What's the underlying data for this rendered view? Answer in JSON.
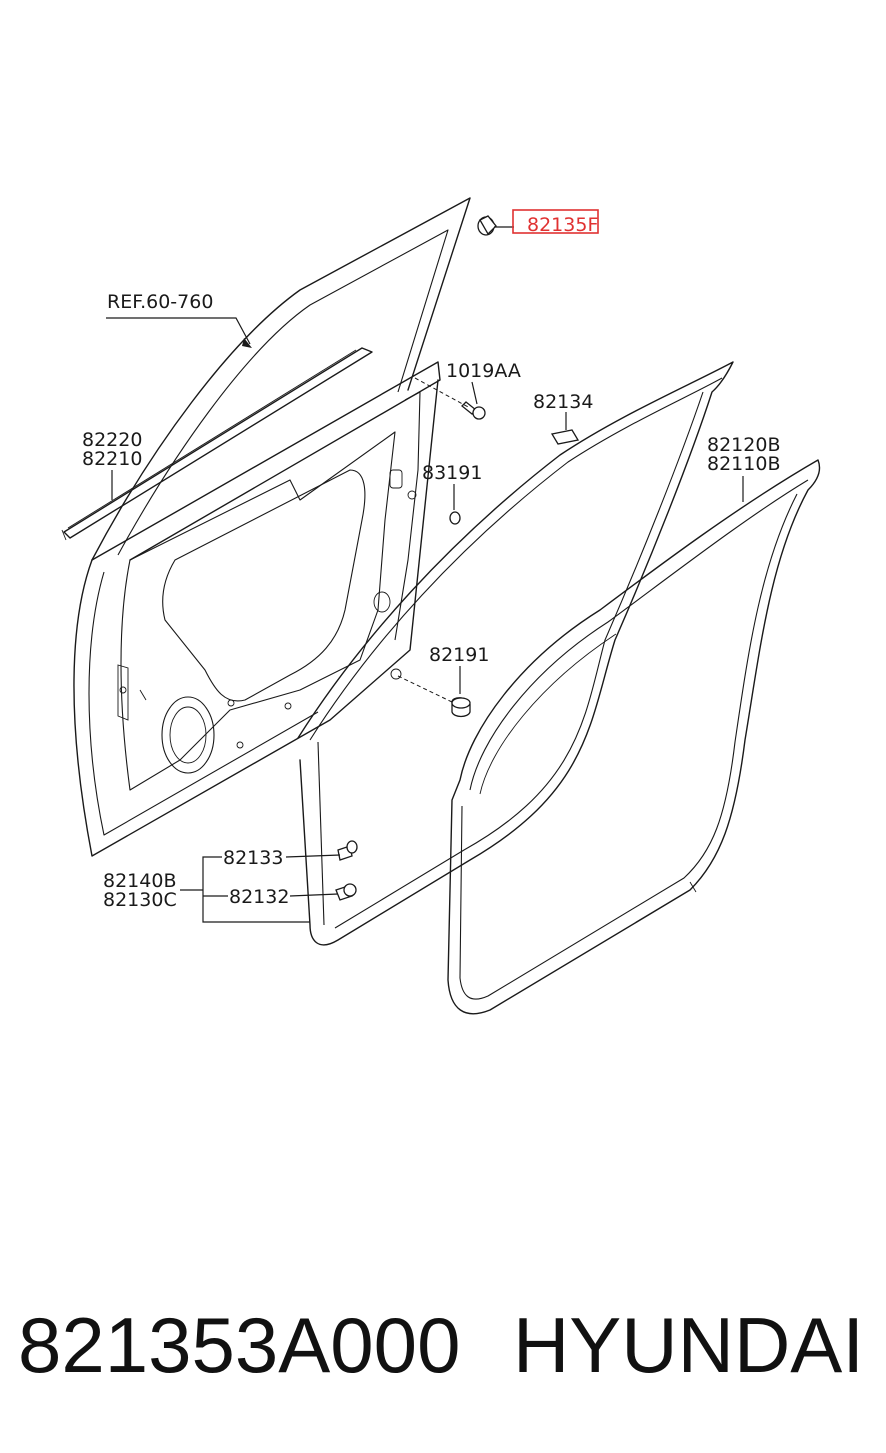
{
  "diagram": {
    "highlight_color": "#e03131",
    "callouts": {
      "c82135f": "82135F",
      "ref": "REF.60-760",
      "c1019aa": "1019AA",
      "c82134": "82134",
      "c82220": "82220",
      "c82210": "82210",
      "c83191": "83191",
      "c82120b": "82120B",
      "c82110b": "82110B",
      "c82191": "82191",
      "c82133": "82133",
      "c82140b": "82140B",
      "c82130c": "82130C",
      "c82132": "82132"
    }
  },
  "footer": {
    "part_number": "821353A000",
    "brand": "HYUNDAI"
  }
}
